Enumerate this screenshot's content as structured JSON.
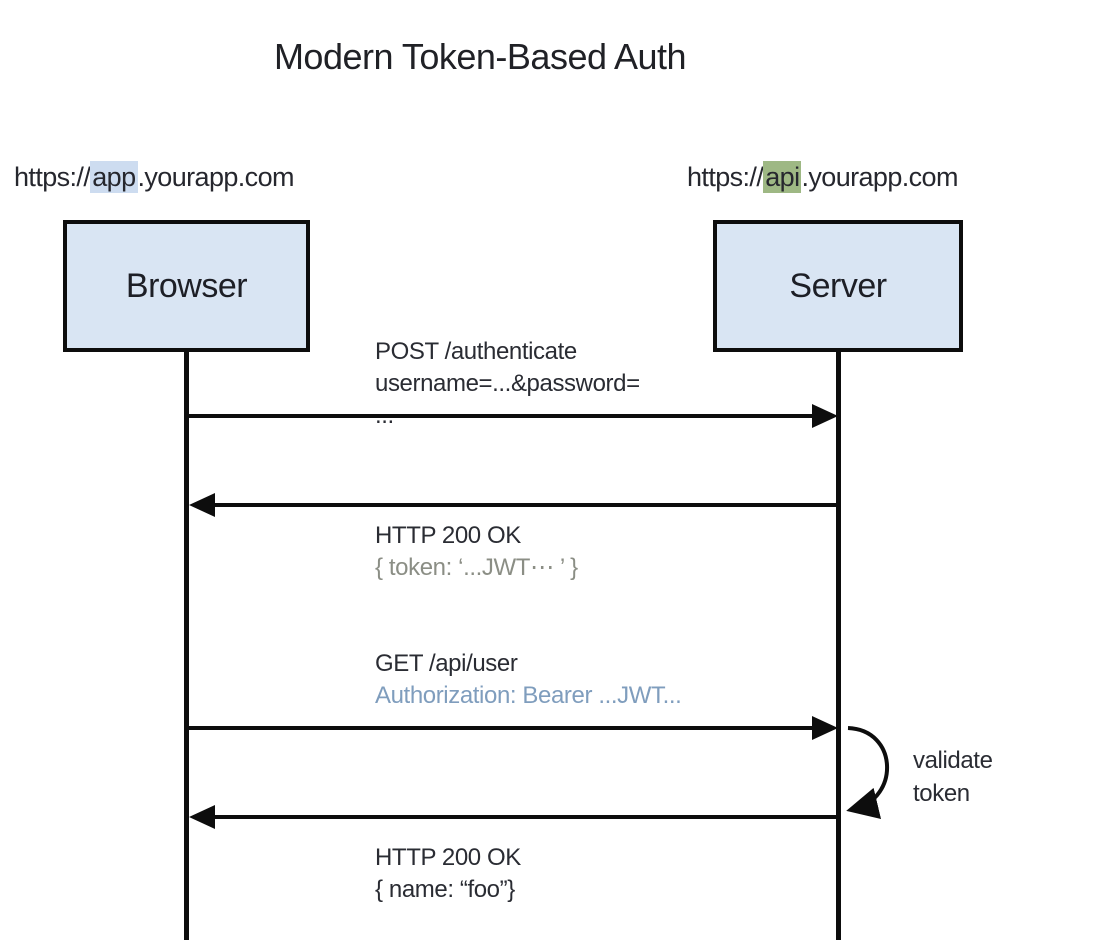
{
  "title": "Modern Token-Based Auth",
  "actors": {
    "browser": {
      "url_prefix": "https://",
      "url_highlight": "app",
      "url_suffix": ".yourapp.com",
      "label": "Browser"
    },
    "server": {
      "url_prefix": "https://",
      "url_highlight": "api",
      "url_suffix": ".yourapp.com",
      "label": "Server"
    }
  },
  "messages": {
    "authenticate_request": {
      "line1": "POST /authenticate",
      "line2": "username=...&password=",
      "line3": "..."
    },
    "token_response": {
      "line1": "HTTP 200 OK",
      "line2": "{ token: ‘...JWT⋯ ’ }"
    },
    "get_user_request": {
      "line1": "GET /api/user",
      "line2": "Authorization: Bearer ...JWT..."
    },
    "validate_note": {
      "line1": "validate",
      "line2": "token"
    },
    "user_response": {
      "line1": "HTTP 200 OK",
      "line2": "{ name: “foo”}"
    }
  },
  "colors": {
    "actor_box_fill": "#d9e5f3",
    "line_black": "#0d0d0d",
    "app_highlight": "#cddcf0",
    "api_highlight": "#9eb884",
    "muted_gray_text": "#8b8e85",
    "muted_blue_text": "#7f9dbd",
    "dark_text": "#2a2c33"
  }
}
